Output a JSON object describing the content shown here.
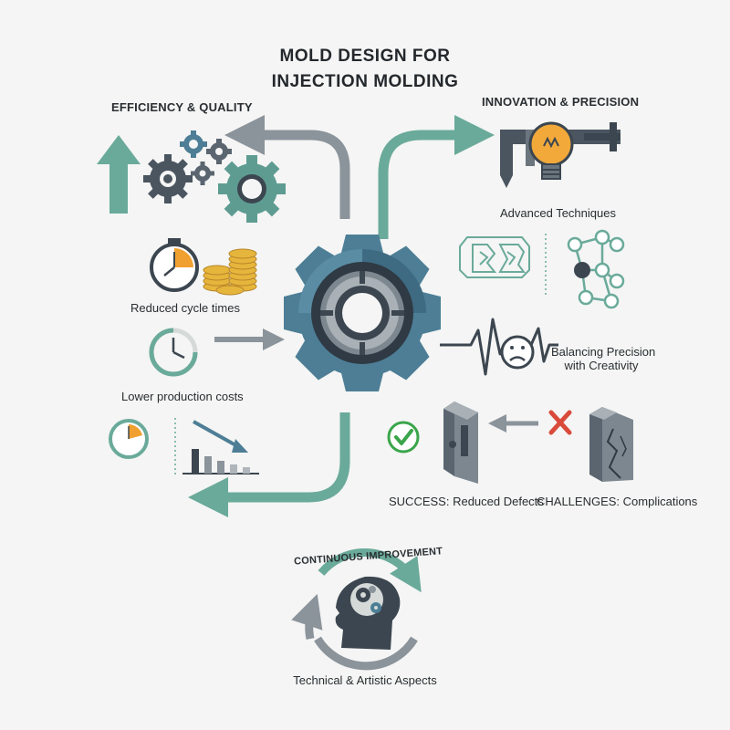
{
  "title": {
    "line1": "MOLD DESIGN FOR",
    "line2": "INJECTION MOLDING"
  },
  "labels": {
    "efficiency_quality": "EFFICIENCY & QUALITY",
    "innovation_precision": "INNOVATION & PRECISION",
    "advanced_techniques": "Advanced Techniques",
    "reduced_cycle_times": "Reduced cycle times",
    "lower_production_costs": "Lower production costs",
    "balancing_line1": "Balancing Precision",
    "balancing_line2": "with Creativity",
    "success": "SUCCESS: Reduced Defects",
    "challenges": "CHALLENGES: Complications",
    "continuous_improvement": "CONTINUOUS IMPROVEMENT",
    "technical_artistic": "Technical & Artistic Aspects"
  },
  "colors": {
    "teal": "#6aaa9a",
    "slate": "#8b939b",
    "dark": "#3c4650",
    "gear_blue": "#4d7e96",
    "orange": "#f0a030",
    "gold": "#e6b53c",
    "check_green": "#3aa54a",
    "cross_red": "#d94a3a"
  },
  "icons": [
    "up-arrow-icon",
    "gears-icon",
    "stopwatch-icon",
    "coins-icon",
    "clock-icon",
    "pie-timer-icon",
    "declining-bar-chart-icon",
    "central-gear-icon",
    "caliper-icon",
    "lightbulb-icon",
    "maze-pattern-icon",
    "network-icon",
    "heartbeat-line-icon",
    "sad-face-icon",
    "check-icon",
    "cross-icon",
    "mold-part-icon",
    "cracked-part-icon",
    "head-gears-icon",
    "cycle-arrows-icon"
  ]
}
